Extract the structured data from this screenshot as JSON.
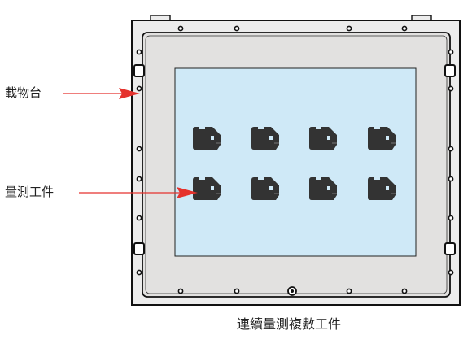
{
  "labels": {
    "stage": "載物台",
    "workpiece": "量測工件"
  },
  "caption": "連續量測複數工件",
  "colors": {
    "arrow": "#e5322d",
    "frame_outer": "#ececec",
    "frame_inner": "#e2e1e0",
    "glass": "#cfe9f7",
    "part": "#333333",
    "outline": "#111111"
  },
  "workpieces": {
    "rows": 2,
    "cols": 4,
    "count": 8,
    "icon": "notched-workpiece-icon"
  }
}
